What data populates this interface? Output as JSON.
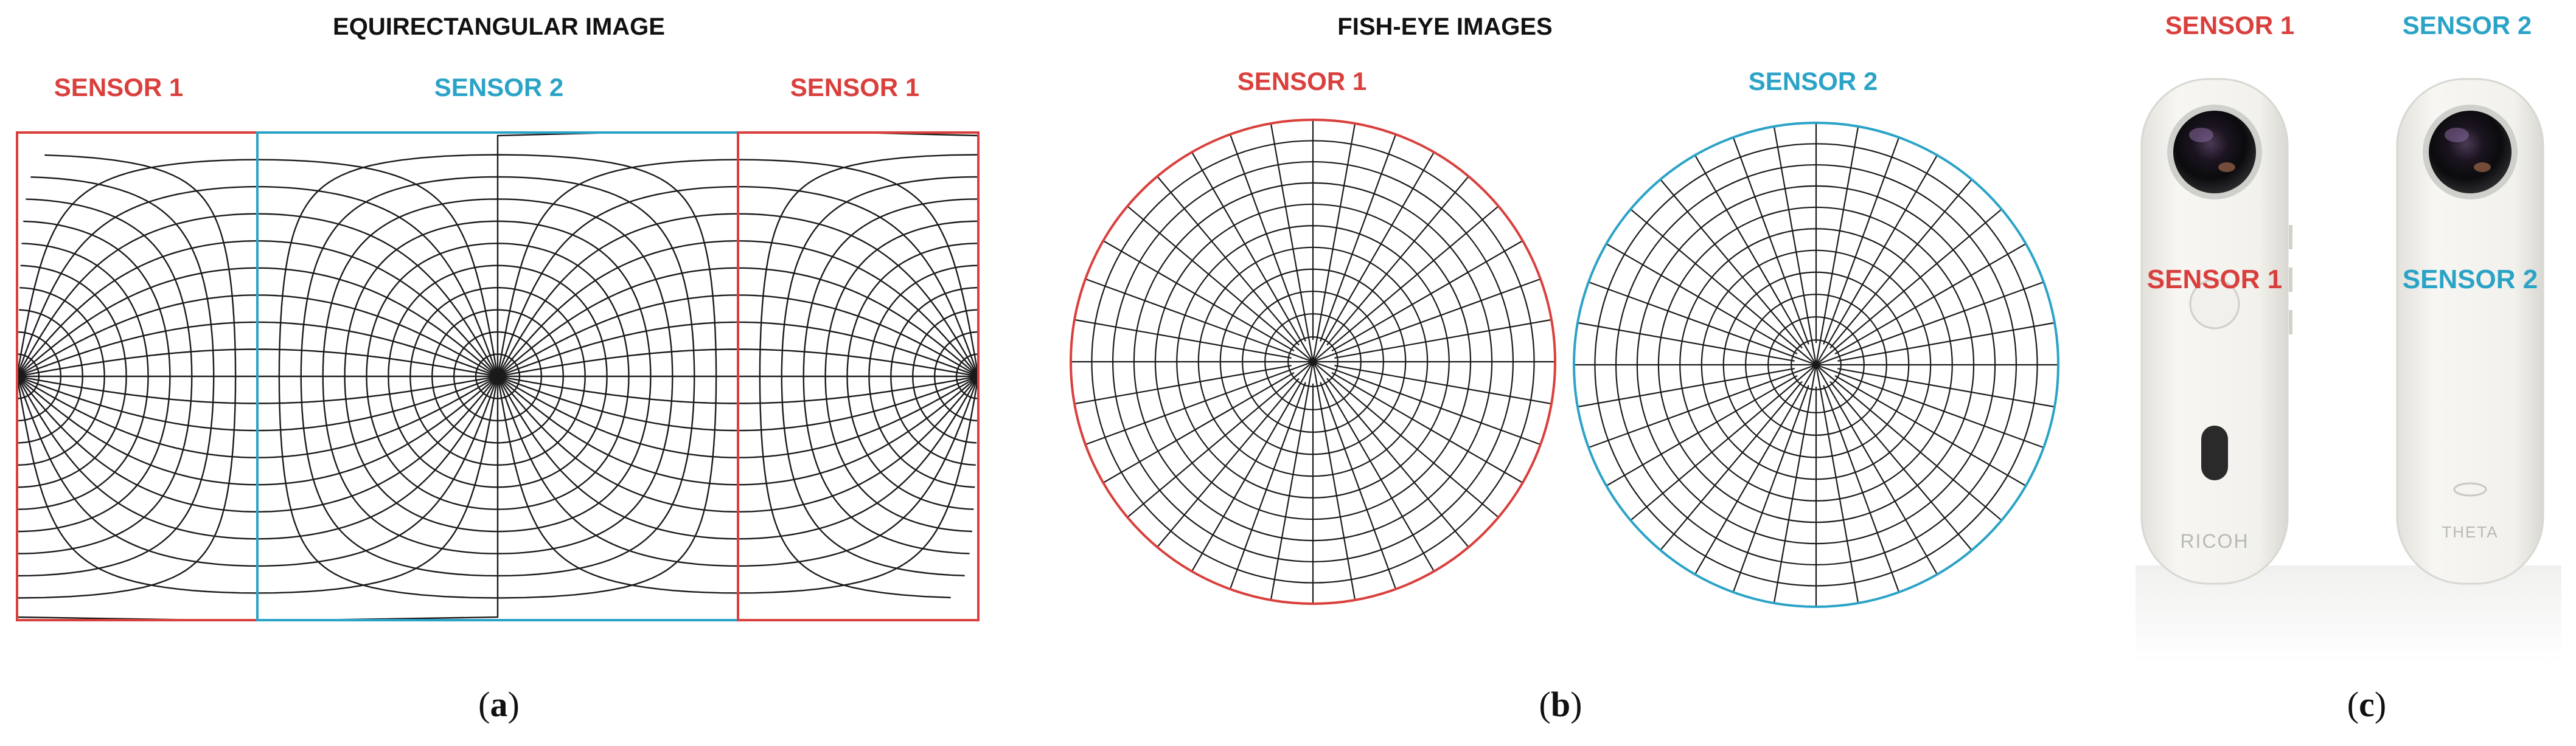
{
  "panel_a": {
    "title": "EQUIRECTANGULAR IMAGE",
    "sensor_left": "SENSOR 1",
    "sensor_middle": "SENSOR 2",
    "sensor_right": "SENSOR 1",
    "caption_letter": "a"
  },
  "panel_b": {
    "title": "FISH-EYE IMAGES",
    "sensor_left": "SENSOR 1",
    "sensor_right": "SENSOR 2",
    "caption_letter": "b"
  },
  "panel_c": {
    "sensor_left": "SENSOR 1",
    "sensor_right": "SENSOR 2",
    "overlay_left": "SENSOR 1",
    "overlay_right": "SENSOR 2",
    "brand_left": "RICOH",
    "brand_right": "THETA",
    "caption_letter": "c"
  },
  "colors": {
    "sensor1": "#d9403d",
    "sensor2": "#2ba3c7",
    "grid": "#1a1a1a",
    "camera_body": "#f3f2ee"
  }
}
